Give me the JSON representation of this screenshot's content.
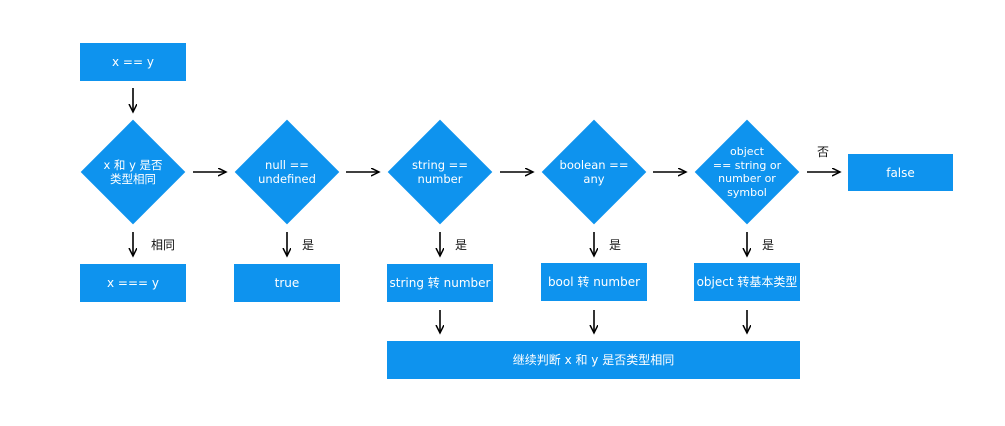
{
  "nodes": {
    "start": "x == y",
    "same_type_q": "x 和 y 是否\n类型相同",
    "null_undef_q": "null ==\nundefined",
    "string_number_q": "string ==\nnumber",
    "boolean_any_q": "boolean ==\nany",
    "object_q": "object\n== string or\nnumber or\nsymbol",
    "false_result": "false",
    "strict_eq": "x === y",
    "true_result": "true",
    "string_to_number": "string 转 number",
    "bool_to_number": "bool 转 number",
    "object_to_primitive": "object 转基本类型",
    "continue_compare": "继续判断 x 和 y 是否类型相同"
  },
  "edge_labels": {
    "same": "相同",
    "yes_null": "是",
    "yes_string": "是",
    "yes_boolean": "是",
    "yes_object": "是",
    "no": "否"
  },
  "colors": {
    "node_fill": "#0e93ee",
    "node_text": "#ffffff",
    "line": "#000000"
  }
}
